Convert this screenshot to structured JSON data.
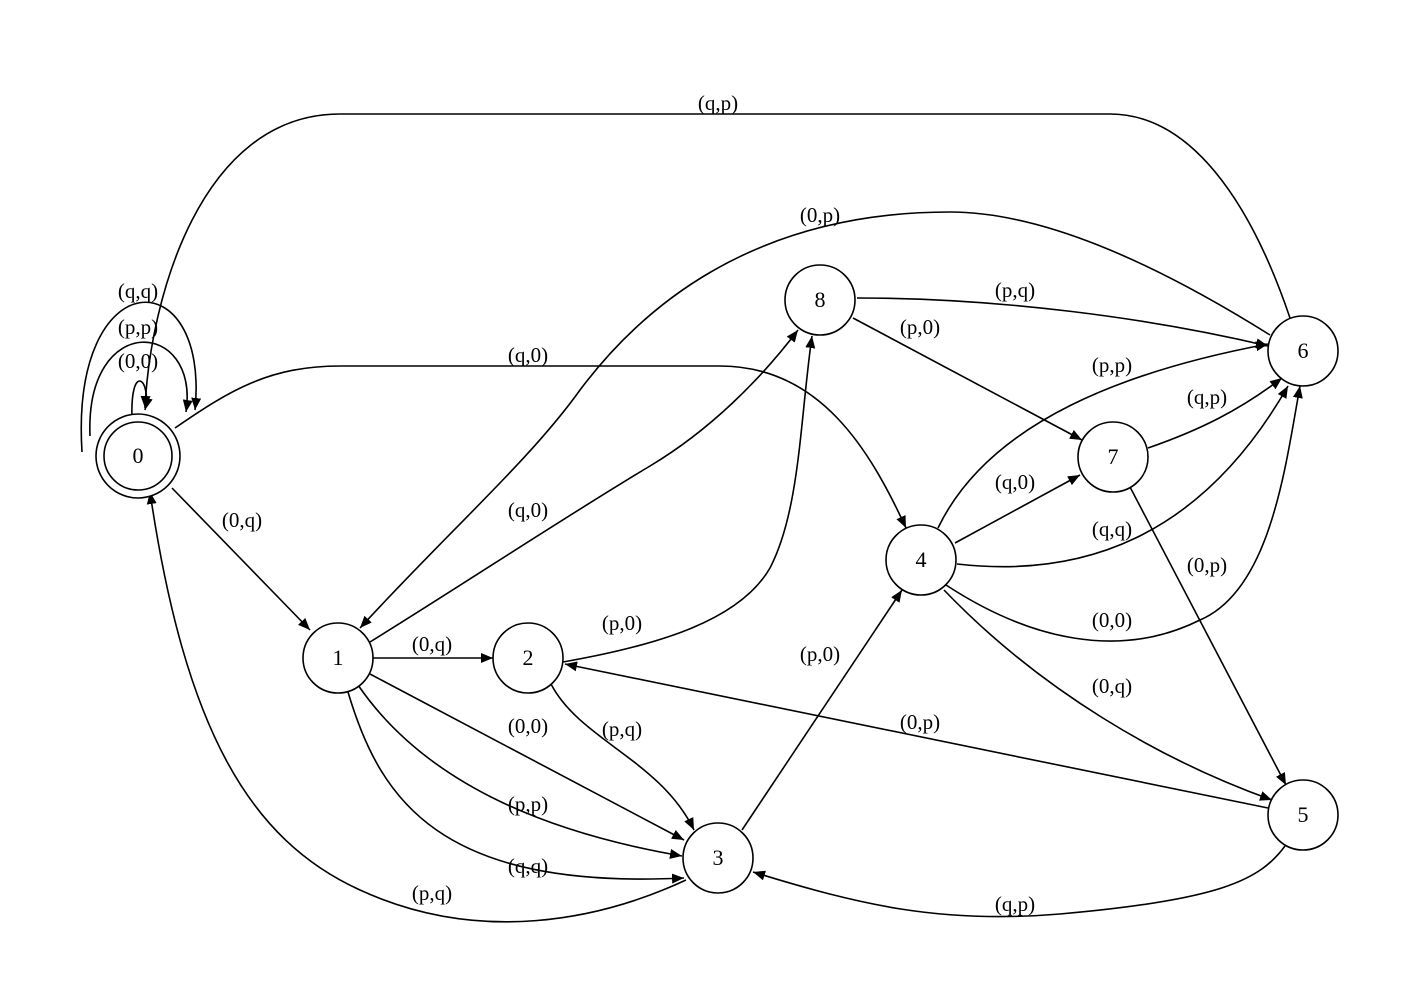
{
  "diagram": {
    "type": "state-machine",
    "accepting_states": [
      "0"
    ],
    "nodes": [
      {
        "id": "0",
        "label": "0"
      },
      {
        "id": "1",
        "label": "1"
      },
      {
        "id": "2",
        "label": "2"
      },
      {
        "id": "3",
        "label": "3"
      },
      {
        "id": "4",
        "label": "4"
      },
      {
        "id": "5",
        "label": "5"
      },
      {
        "id": "6",
        "label": "6"
      },
      {
        "id": "7",
        "label": "7"
      },
      {
        "id": "8",
        "label": "8"
      }
    ],
    "edges": [
      {
        "from": "0",
        "to": "0",
        "label": "(q,q)"
      },
      {
        "from": "0",
        "to": "0",
        "label": "(p,p)"
      },
      {
        "from": "0",
        "to": "0",
        "label": "(0,0)"
      },
      {
        "from": "0",
        "to": "1",
        "label": "(0,q)"
      },
      {
        "from": "0",
        "to": "4",
        "label": "(q,0)"
      },
      {
        "from": "6",
        "to": "0",
        "label": "(q,p)"
      },
      {
        "from": "6",
        "to": "1",
        "label": "(0,p)"
      },
      {
        "from": "1",
        "to": "8",
        "label": "(q,0)"
      },
      {
        "from": "1",
        "to": "2",
        "label": "(0,q)"
      },
      {
        "from": "1",
        "to": "3",
        "label": "(0,0)"
      },
      {
        "from": "1",
        "to": "3",
        "label": "(p,p)"
      },
      {
        "from": "1",
        "to": "3",
        "label": "(q,q)"
      },
      {
        "from": "2",
        "to": "8",
        "label": "(p,0)"
      },
      {
        "from": "2",
        "to": "3",
        "label": "(p,q)"
      },
      {
        "from": "3",
        "to": "0",
        "label": "(p,q)"
      },
      {
        "from": "3",
        "to": "4",
        "label": "(p,0)"
      },
      {
        "from": "8",
        "to": "6",
        "label": "(p,q)"
      },
      {
        "from": "8",
        "to": "7",
        "label": "(p,0)"
      },
      {
        "from": "4",
        "to": "6",
        "label": "(p,p)"
      },
      {
        "from": "4",
        "to": "7",
        "label": "(q,0)"
      },
      {
        "from": "4",
        "to": "6",
        "label": "(q,q)"
      },
      {
        "from": "4",
        "to": "6",
        "label": "(0,0)"
      },
      {
        "from": "4",
        "to": "5",
        "label": "(0,q)"
      },
      {
        "from": "7",
        "to": "6",
        "label": "(q,p)"
      },
      {
        "from": "7",
        "to": "5",
        "label": "(0,p)"
      },
      {
        "from": "5",
        "to": "2",
        "label": "(0,p)"
      },
      {
        "from": "5",
        "to": "3",
        "label": "(q,p)"
      }
    ]
  }
}
